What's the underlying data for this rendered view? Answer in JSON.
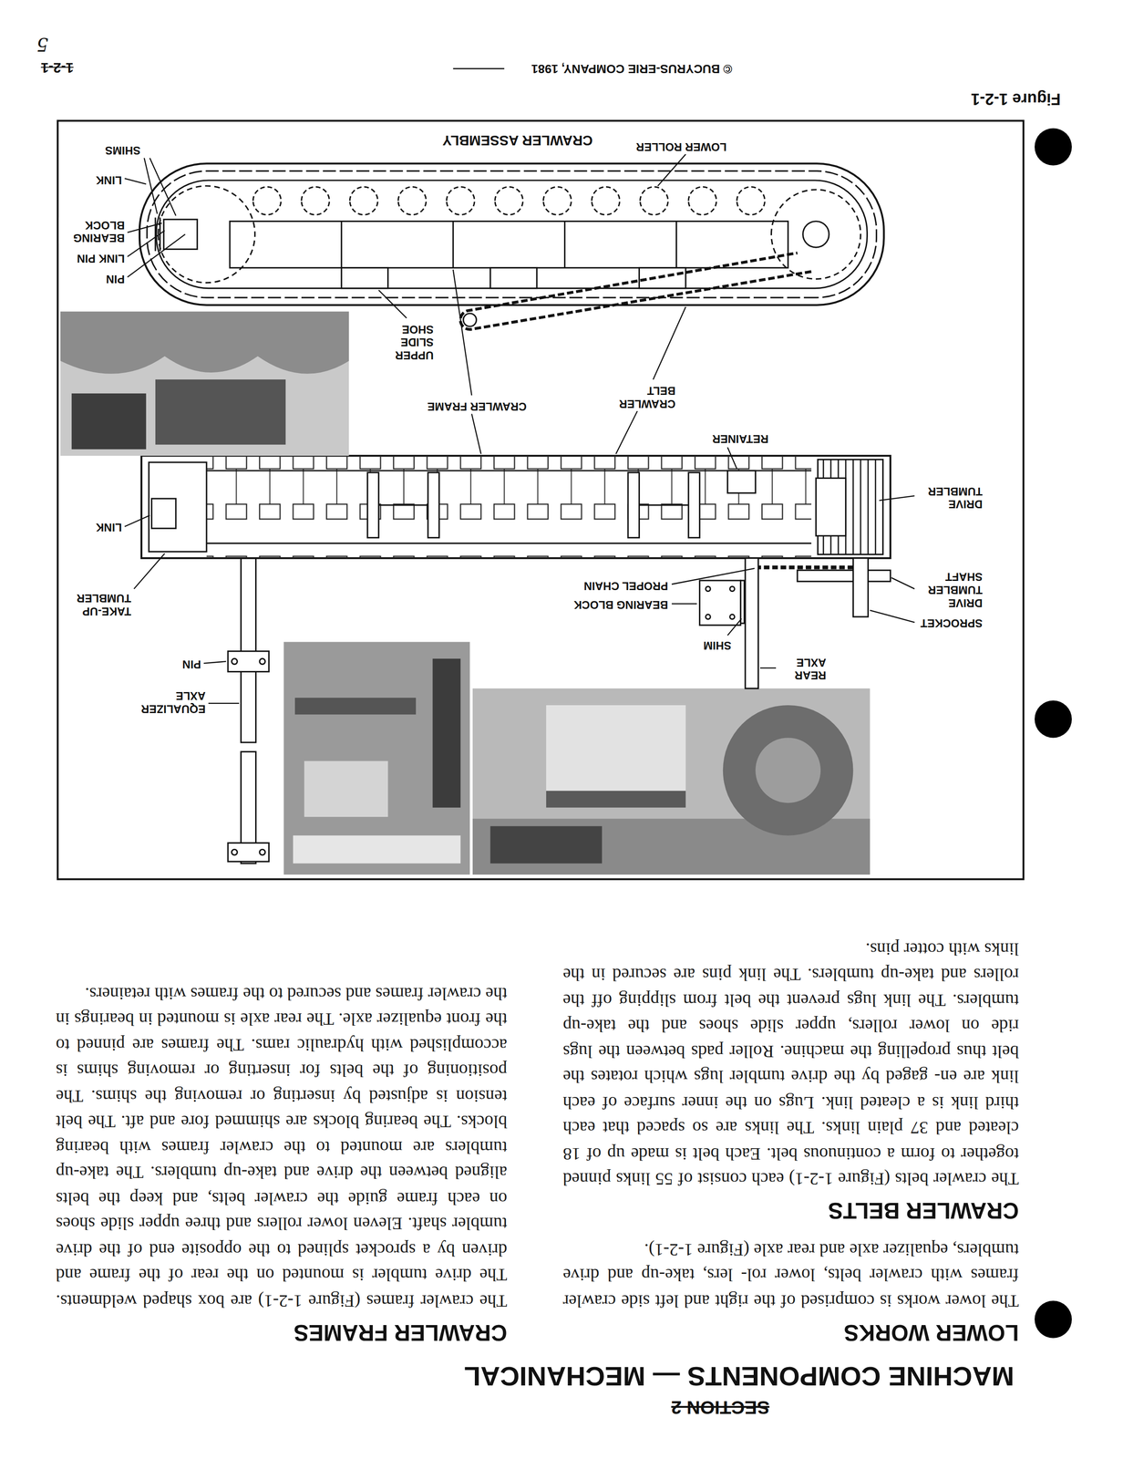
{
  "diagram": {
    "title": "MACHINE COMPONENTS — MECHANICAL",
    "caption": "Figure 1-2-1",
    "labels": [
      "SECTION 2",
      "LOWER WORKS",
      "The lower works is comprised of the right and left side crawler frames with crawler belts, lower rol- lers, take-up and drive tumblers, equalizer axle and rear axle (Figure 1-2-1).",
      "CRAWLER BELTS",
      "The crawler belts (Figure 1-2-1) each consist of 55 links pinned together to form a continuous belt. Each belt is made up of 18 cleated and 37 plain links. The links are so spaced that each third link is a cleated link. Lugs on the inner surface of each link are en- gaged by the drive tumbler lugs which rotates the belt thus propelling the machine. Roller pads between the lugs ride on lower rollers, upper slide shoes and the take-up tumblers. The link lugs prevent the belt from slipping off the rollers and take-up tumblers. The link pins are secured in the links with cotter pins.",
      "CRAWLER FRAMES",
      "The crawler frames (Figure 1-2-1) are box shaped weldments. The drive tumbler is mounted on the rear of the frame and driven by a sprocket splined to the opposite end of the drive tumbler shaft. Eleven lower rollers and three upper slide shoes on each frame guide the crawler belts, and keep the belts aligned between the drive and take-up tumblers. The take-up tumblers are mounted to the crawler frames with bearing blocks. The bearing blocks are shimmed fore and aft. The belt tension is adjusted by inserting or removing the shims. The positioning of the belts for inserting or removing shims is accomplished with hydraulic rams. The frames are pinned to the front equalizer axle. The rear axle is mounted in bearings in the crawler frames and secured to the frames with retainers.",
      "REAR AXLE",
      "SHIM",
      "BEARING BLOCK",
      "PROPEL CHAIN",
      "SPROCKET",
      "DRIVE TUMBLER SHAFT",
      "DRIVE TUMBLER",
      "RETAINER",
      "CRAWLER BELT",
      "CRAWLER FRAME",
      "UPPER SLIDE SHOE",
      "EQUALIZER AXLE",
      "PIN",
      "TAKE-UP TUMBLER",
      "LINK",
      "LOWER ROLLER",
      "CRAWLER ASSEMBLY",
      "PIN",
      "LINK PIN",
      "BEARING BLOCK",
      "LINK",
      "SHIMS",
      "© BUCYRUS-ERIE COMPANY, 1981",
      "1-2-1",
      "5"
    ]
  }
}
